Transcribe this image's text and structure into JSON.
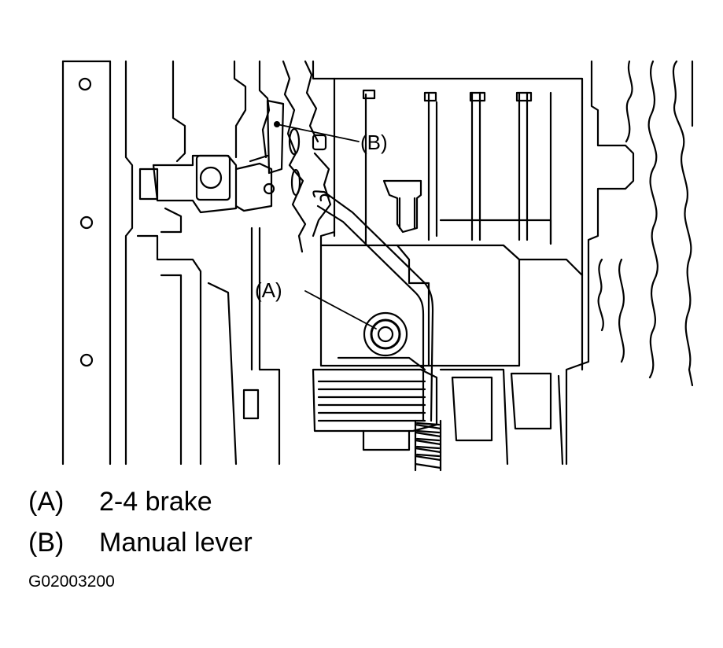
{
  "figure": {
    "callout_a": "(A)",
    "callout_b": "(B)"
  },
  "legend": [
    {
      "key": "(A)",
      "text": "2-4 brake"
    },
    {
      "key": "(B)",
      "text": "Manual lever"
    }
  ],
  "figure_code": "G02003200"
}
